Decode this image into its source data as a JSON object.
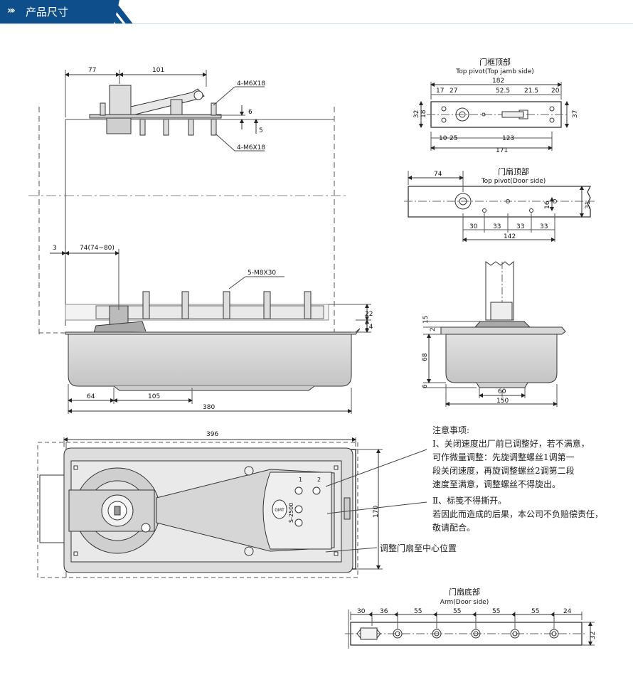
{
  "header": {
    "title": "产品尺寸",
    "chevrons": "»›"
  },
  "views": {
    "top_jamb": {
      "title_cn": "门框顶部",
      "title_en": "Top pivot(Top jamb side)"
    },
    "top_door": {
      "title_cn": "门扇顶部",
      "title_en": "Top pivot(Door side)"
    },
    "arm": {
      "title_cn": "门扇底部",
      "title_en": "Arm(Door side)"
    }
  },
  "dims": {
    "d77": "77",
    "d101": "101",
    "m6_top": "4-M6X18",
    "m6_bot": "4-M6X18",
    "d6": "6",
    "d5": "5",
    "d3": "3",
    "d74_80": "74(74~80)",
    "m8": "5-M8X30",
    "d22": "22",
    "d14": "14",
    "d64": "64",
    "d105": "105",
    "d380": "380",
    "j182": "182",
    "j17": "17",
    "j27": "27",
    "j52_5": "52.5",
    "j21_5": "21.5",
    "j20": "20",
    "j32": "32",
    "j18": "18",
    "j37": "37",
    "j10": "10",
    "j25": "25",
    "j123": "123",
    "j171": "171",
    "t74": "74",
    "t16": "16",
    "t31": "31",
    "t30": "30",
    "t33a": "33",
    "t33b": "33",
    "t33c": "33",
    "t142": "142",
    "s15": "15",
    "s2": "2",
    "s68": "68",
    "s6": "6",
    "s60": "60",
    "s150": "150",
    "p396": "396",
    "p170": "170",
    "p1": "1",
    "p2": "2",
    "model": "S-2500",
    "brand": "GMT",
    "a30": "30",
    "a36": "36",
    "a55a": "55",
    "a55b": "55",
    "a55c": "55",
    "a55d": "55",
    "a24": "24",
    "a32": "32"
  },
  "notes": {
    "heading": "注意事项:",
    "l1": "Ⅰ、关闭速度出厂前已调整好，若不满意，",
    "l2": "可作微量调整：先旋调整螺丝1调第一",
    "l3": "段关闭速度，再旋调整螺丝2调第二段",
    "l4": "速度至满意，调整螺丝不得旋出。",
    "l5": "Ⅱ、标笺不得撕开。",
    "l6": "若因此而造成的后果，本公司不负赔偿责任，",
    "l7": "敬请配合。",
    "center": "调整门扇至中心位置"
  }
}
